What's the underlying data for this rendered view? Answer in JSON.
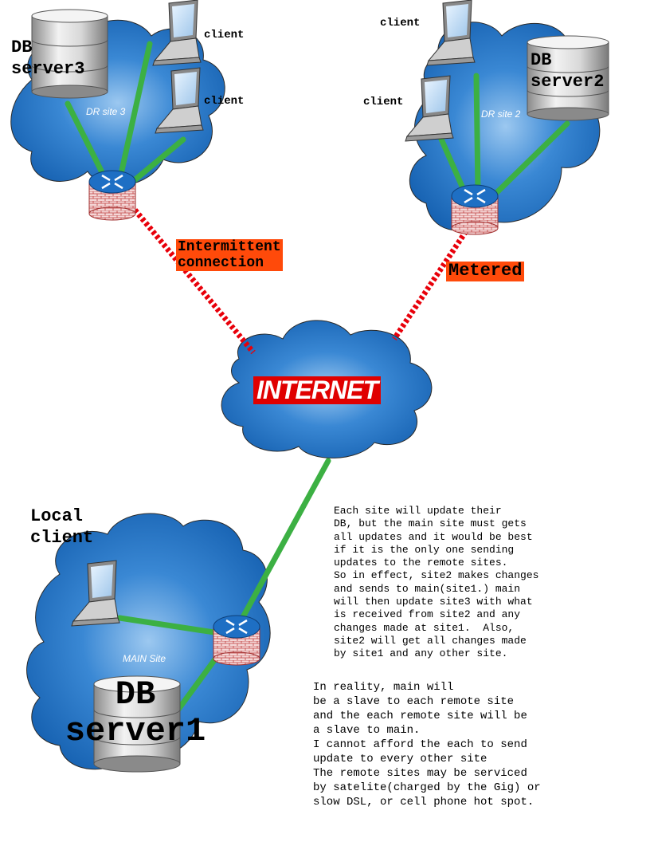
{
  "labels": {
    "db_server3": "DB\nserver3",
    "db_server2": "DB\nserver2",
    "db_server1": "DB\nserver1",
    "local_client": "Local\nclient",
    "client": "client"
  },
  "sites": {
    "dr_site3": "DR site 3",
    "dr_site2": "DR site 2",
    "main_site": "MAIN Site"
  },
  "links": {
    "intermittent": "Intermittent\nconnection",
    "metered": "Metered"
  },
  "internet": "INTERNET",
  "notes": {
    "paragraph1": "Each site will update their\nDB, but the main site must gets\nall updates and it would be best\nif it is the only one sending\nupdates to the remote sites.\nSo in effect, site2 makes changes\nand sends to main(site1.) main\nwill then update site3 with what\nis received from site2 and any\nchanges made at site1.  Also,\nsite2 will get all changes made\nby site1 and any other site.",
    "paragraph2": "In reality, main will\nbe a slave to each remote site\nand the each remote site will be\na slave to main.\nI cannot afford the each to send\nupdate to every other site\nThe remote sites may be serviced\nby satelite(charged by the Gig) or\nslow DSL, or cell phone hot spot."
  },
  "colors": {
    "cloud": "#1f6fc0",
    "link_green": "#3cb043",
    "link_dashed": "#e8000a",
    "tag_bg": "#ff4a0a",
    "internet_bg": "#e00000"
  }
}
